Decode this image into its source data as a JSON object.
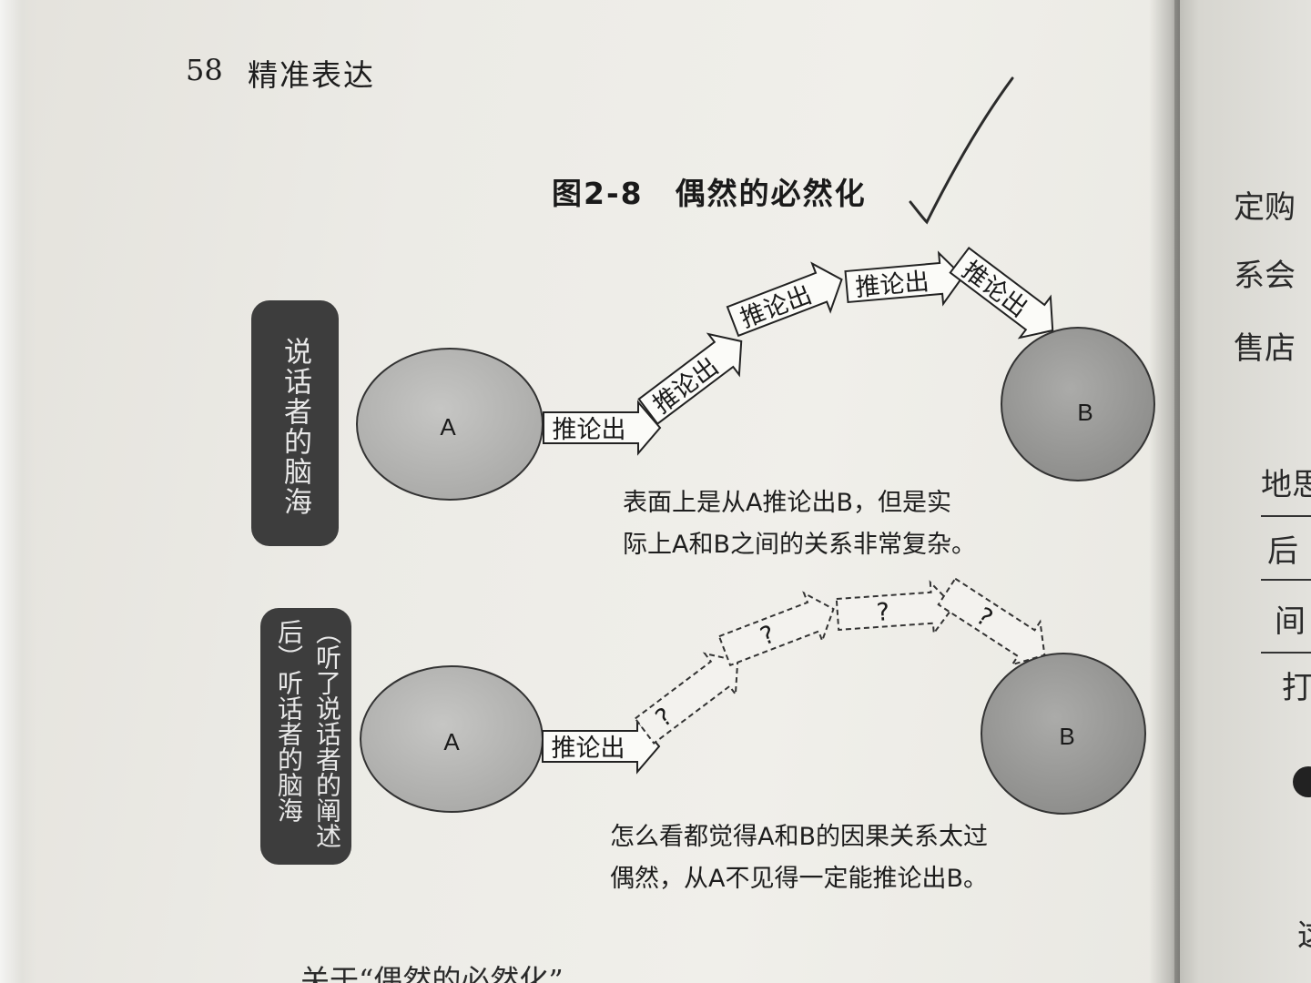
{
  "header": {
    "page_number": "58",
    "book_title": "精准表达"
  },
  "figure": {
    "title": "图2-8　偶然的必然化",
    "top_diagram": {
      "side_label": "说话者的脑海",
      "start_node": "A",
      "end_node": "B",
      "step_label": "推论出",
      "caption_lines": [
        "表面上是从A推论出B，但是实",
        "际上A和B之间的关系非常复杂。"
      ]
    },
    "bottom_diagram": {
      "side_label": "（听了说话者的阐述后）听话者的脑海",
      "start_node": "A",
      "end_node": "B",
      "step_label": "推论出",
      "unknown_label": "?",
      "caption_lines": [
        "怎么看都觉得A和B的因果关系太过",
        "偶然，从A不见得一定能推论出B。"
      ]
    }
  },
  "next_page_fragments": [
    "定购",
    "系会",
    "售店",
    "地思",
    "后",
    "间",
    "打",
    "这"
  ],
  "bottom_text": "关于“偶然的必然化”",
  "colors": {
    "paper": "#ecebe6",
    "label_box": "#3d3d3d",
    "circle_a": "#b8b8b6",
    "circle_b": "#9a9a98",
    "ink": "#1a1a1a"
  }
}
